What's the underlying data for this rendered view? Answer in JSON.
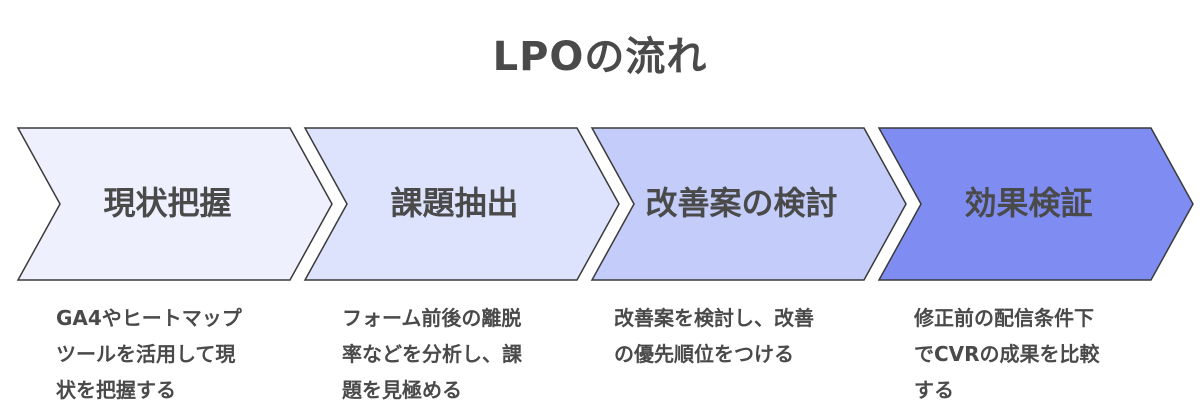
{
  "title": "LPOの流れ",
  "steps": [
    {
      "label": "現状把握",
      "fill": "#eef1fd",
      "description_lines": [
        "GA4やヒートマップ",
        "ツールを活用して現",
        "状を把握する"
      ]
    },
    {
      "label": "課題抽出",
      "fill": "#dde3fc",
      "description_lines": [
        "フォーム前後の離脱",
        "率などを分析し、課",
        "題を見極める"
      ]
    },
    {
      "label": "改善案の検討",
      "fill": "#c4cdfa",
      "description_lines": [
        "改善案を検討し、改善",
        "の優先順位をつける"
      ]
    },
    {
      "label": "効果検証",
      "fill": "#7f8df3",
      "description_lines": [
        "修正前の配信条件下",
        "でCVRの成果を比較",
        "する"
      ]
    }
  ],
  "colors": {
    "outline": "#3a3a3a",
    "text": "#4a4a4a"
  }
}
